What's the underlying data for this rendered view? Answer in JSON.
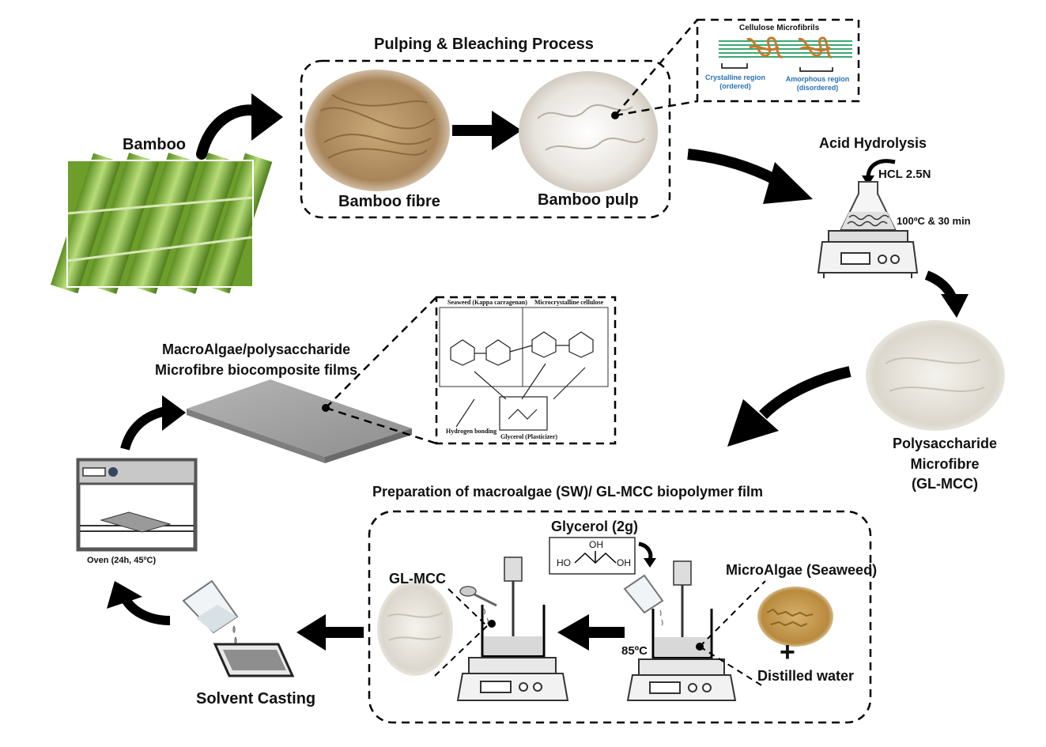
{
  "labels": {
    "pulping_title": "Pulping & Bleaching Process",
    "bamboo": "Bamboo",
    "bamboo_fibre": "Bamboo fibre",
    "bamboo_pulp": "Bamboo pulp",
    "microfibrils_title": "Cellulose Microfibrils",
    "crystalline_1": "Crystalline region",
    "crystalline_2": "(ordered)",
    "amorphous_1": "Amorphous region",
    "amorphous_2": "(disordered)",
    "acid_hydrolysis": "Acid Hydrolysis",
    "hcl": "HCL 2.5N",
    "temp_time": "100ºC & 30 min",
    "poly_1": "Polysaccharide",
    "poly_2": "Microfibre",
    "poly_3": "(GL-MCC)",
    "film_1": "MacroAlgae/polysaccharide",
    "film_2": "Microfibre  biocomposite  films",
    "inset_seaweed": "Seaweed (Kappa carragenan)",
    "inset_mcc": "Microcrystalline cellulose",
    "inset_hbond": "Hydrogen bonding",
    "inset_glycerol": "Glycerol (Plasticizer)",
    "prep_title": "Preparation of macroalgae (SW)/ GL-MCC biopolymer film",
    "glycerol": "Glycerol (2g)",
    "oh": "OH",
    "ho": "HO",
    "gl_mcc": "GL-MCC",
    "microalgae": "MicroAlgae (Seaweed)",
    "plus": "+",
    "distilled": "Distilled water",
    "temp_85": "85ºC",
    "oven": "Oven  (24h, 45ºC)",
    "solvent": "Solvent Casting"
  },
  "icons": [
    "bamboo-photo",
    "bamboo-fibre-photo",
    "bamboo-pulp-photo",
    "erlenmeyer-flask-icon",
    "hotplate-icon",
    "powder-photo",
    "film-sheet-icon",
    "oven-icon",
    "beaker-icon",
    "casting-tray-icon",
    "spatula-icon",
    "stirrer-icon",
    "seaweed-photo",
    "curved-arrow-icon"
  ],
  "colors": {
    "bamboo_green": "#7fb23a",
    "fibre_brown": "#b8986a",
    "fibril_green": "#3aa870",
    "amorphous_orange": "#c9772b",
    "label_blue": "#2a72b5",
    "film_gray": "#9a9a9a",
    "arrow_black": "#000000"
  }
}
